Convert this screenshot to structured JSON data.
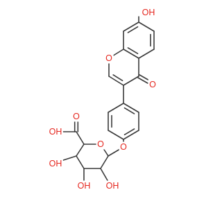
{
  "structure": {
    "atom_color": "#e5261e",
    "bond_color": "#3a3a3a",
    "labels": {
      "oh_top": "OH",
      "ring_o": "O",
      "ketone_o": "O",
      "ether_o": "O",
      "sugar_ring_o": "O",
      "acid_oh": "OH",
      "acid_o": "O",
      "oh_c2": "OH",
      "oh_c3": "OH",
      "oh_c4": "OH",
      "h_left": "HO",
      "h_mid": "HO"
    },
    "glyph_parts": {
      "acid_o_atom": "O",
      "acid_h": "H",
      "oh_left_o": "O",
      "oh_left_h": "H",
      "oh_mid_o": "O",
      "oh_mid_h": "H",
      "oh_right_o": "O",
      "oh_right_h": "H",
      "oh_top_o": "O",
      "oh_top_h": "H",
      "acid_carbonyl": "O"
    }
  }
}
